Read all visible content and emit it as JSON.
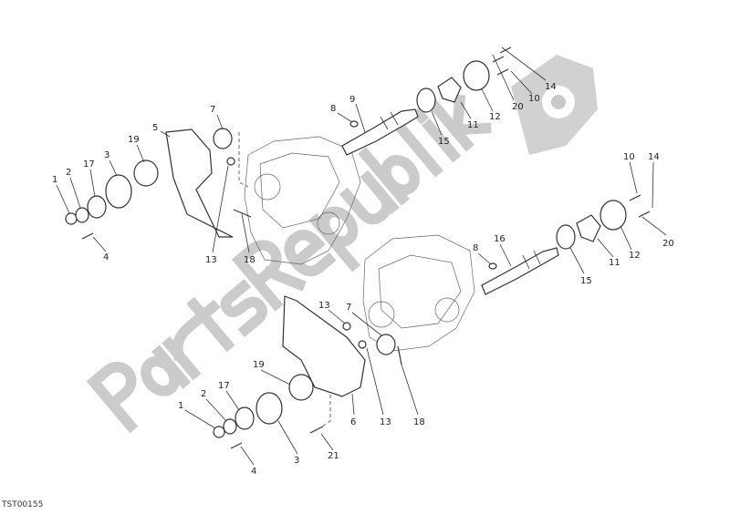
{
  "diagram": {
    "watermark": "PartsRepublik",
    "footer_code": "TST00155",
    "callouts": {
      "tl": [
        "1",
        "2",
        "17",
        "3",
        "19",
        "5",
        "7",
        "13",
        "18",
        "4",
        "8",
        "9"
      ],
      "tr": [
        "15",
        "11",
        "12",
        "20",
        "10",
        "14"
      ],
      "rl": [
        "10",
        "14",
        "20",
        "12",
        "11",
        "15",
        "8",
        "16"
      ],
      "bl": [
        "13",
        "7",
        "19",
        "17",
        "2",
        "1",
        "6",
        "13",
        "18",
        "21",
        "3",
        "4"
      ]
    }
  }
}
